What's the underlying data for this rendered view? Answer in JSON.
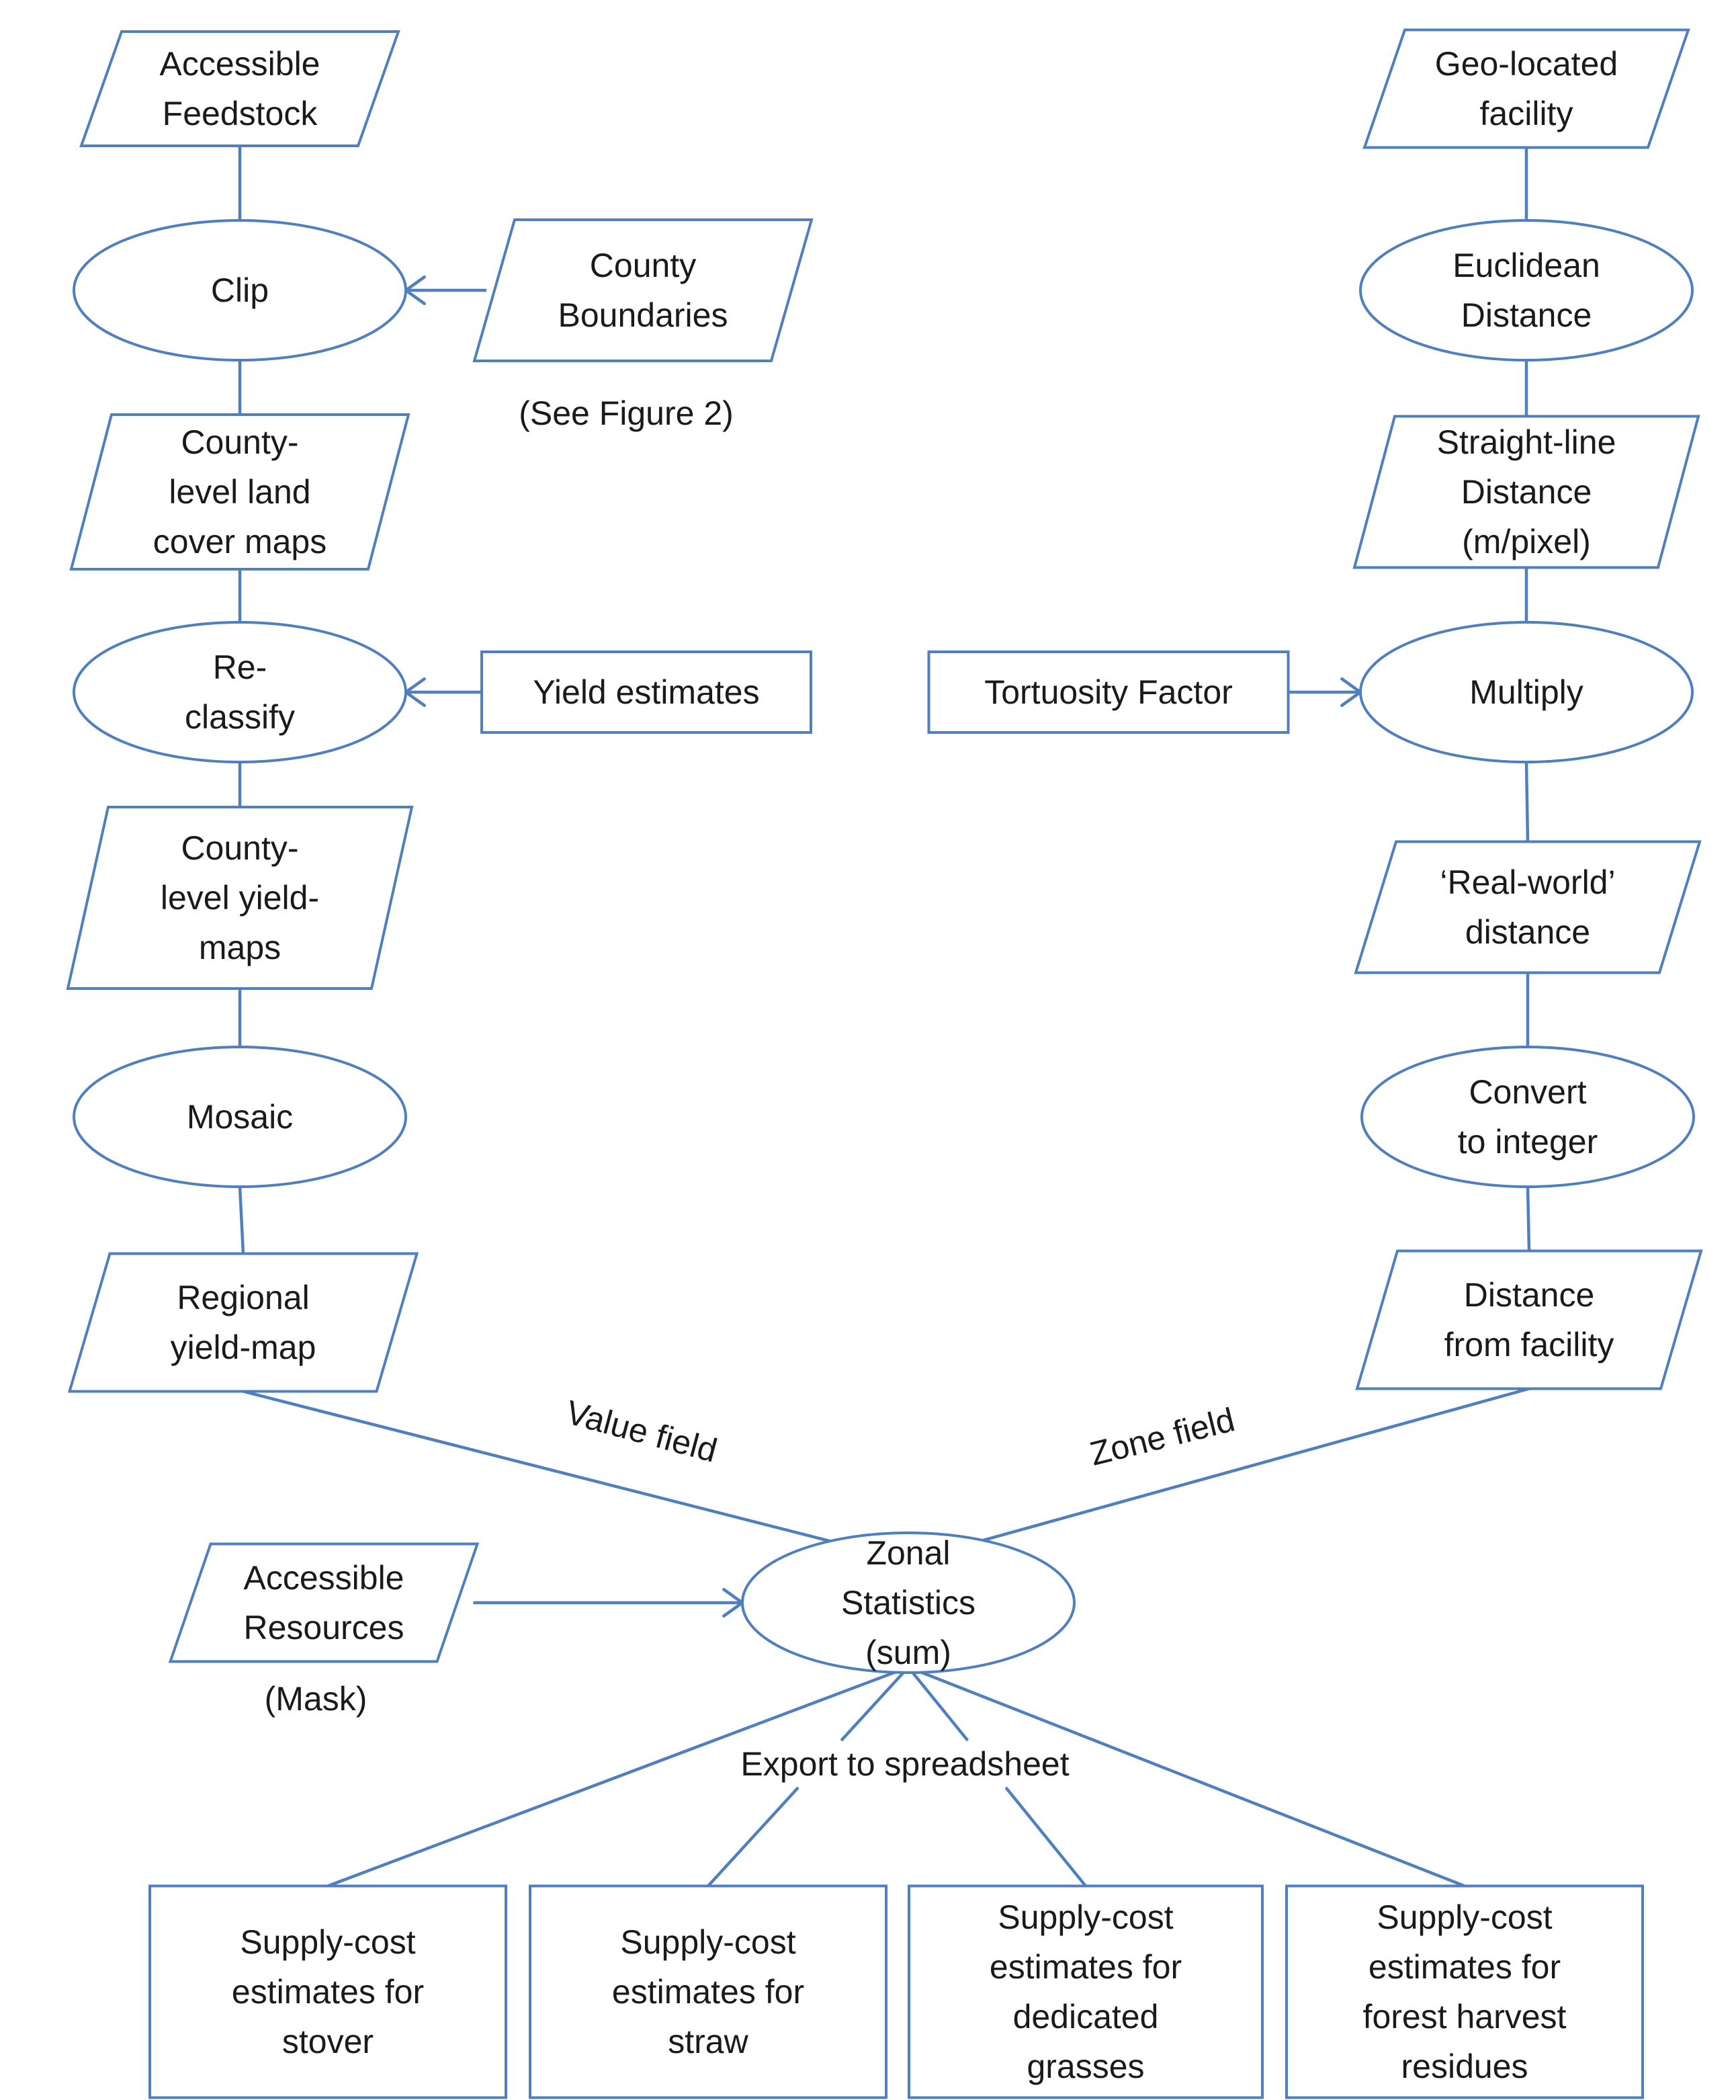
{
  "colors": {
    "stroke": "#4f7fbf",
    "text": "#1a1a1a",
    "background": "#ffffff"
  },
  "nodes": {
    "accessible_feedstock": {
      "shape": "parallelogram",
      "lines": [
        "Accessible",
        "Feedstock"
      ]
    },
    "clip": {
      "shape": "ellipse",
      "lines": [
        "Clip"
      ]
    },
    "county_boundaries": {
      "shape": "parallelogram",
      "lines": [
        "County",
        "Boundaries"
      ]
    },
    "county_land_cover": {
      "shape": "parallelogram",
      "lines": [
        "County-",
        "level land",
        "cover maps"
      ]
    },
    "reclassify": {
      "shape": "ellipse",
      "lines": [
        "Re-",
        "classify"
      ]
    },
    "yield_estimates": {
      "shape": "rectangle",
      "lines": [
        "Yield estimates"
      ]
    },
    "county_yield_maps": {
      "shape": "parallelogram",
      "lines": [
        "County-",
        "level yield-",
        "maps"
      ]
    },
    "mosaic": {
      "shape": "ellipse",
      "lines": [
        "Mosaic"
      ]
    },
    "regional_yield_map": {
      "shape": "parallelogram",
      "lines": [
        "Regional",
        "yield-map"
      ]
    },
    "geo_located_facility": {
      "shape": "parallelogram",
      "lines": [
        "Geo-located",
        "facility"
      ]
    },
    "euclidean_distance": {
      "shape": "ellipse",
      "lines": [
        "Euclidean",
        "Distance"
      ]
    },
    "straight_line_distance": {
      "shape": "parallelogram",
      "lines": [
        "Straight-line",
        "Distance",
        "(m/pixel)"
      ]
    },
    "tortuosity_factor": {
      "shape": "rectangle",
      "lines": [
        "Tortuosity Factor"
      ]
    },
    "multiply": {
      "shape": "ellipse",
      "lines": [
        "Multiply"
      ]
    },
    "real_world_distance": {
      "shape": "parallelogram",
      "lines": [
        "‘Real-world’",
        "distance"
      ]
    },
    "convert_to_integer": {
      "shape": "ellipse",
      "lines": [
        "Convert",
        "to integer"
      ]
    },
    "distance_from_facility": {
      "shape": "parallelogram",
      "lines": [
        "Distance",
        "from facility"
      ]
    },
    "accessible_resources": {
      "shape": "parallelogram",
      "lines": [
        "Accessible",
        "Resources"
      ]
    },
    "zonal_statistics": {
      "shape": "ellipse",
      "lines": [
        "Zonal",
        "Statistics",
        "(sum)"
      ]
    },
    "stover": {
      "shape": "rectangle",
      "lines": [
        "Supply-cost",
        "estimates for",
        "stover"
      ]
    },
    "straw": {
      "shape": "rectangle",
      "lines": [
        "Supply-cost",
        "estimates for",
        "straw"
      ]
    },
    "grasses": {
      "shape": "rectangle",
      "lines": [
        "Supply-cost",
        "estimates for",
        "dedicated",
        "grasses"
      ]
    },
    "forest_residues": {
      "shape": "rectangle",
      "lines": [
        "Supply-cost",
        "estimates for",
        "forest  harvest",
        "residues"
      ]
    }
  },
  "labels": {
    "see_figure_2": "(See Figure 2)",
    "mask": "(Mask)",
    "value_field": "Value field",
    "zone_field": "Zone field",
    "export": "Export to spreadsheet"
  },
  "edges": [
    {
      "from": "accessible_feedstock",
      "to": "clip",
      "arrow": false
    },
    {
      "from": "county_boundaries",
      "to": "clip",
      "arrow": true
    },
    {
      "from": "clip",
      "to": "county_land_cover",
      "arrow": false
    },
    {
      "from": "county_land_cover",
      "to": "reclassify",
      "arrow": false
    },
    {
      "from": "yield_estimates",
      "to": "reclassify",
      "arrow": true
    },
    {
      "from": "reclassify",
      "to": "county_yield_maps",
      "arrow": false
    },
    {
      "from": "county_yield_maps",
      "to": "mosaic",
      "arrow": false
    },
    {
      "from": "mosaic",
      "to": "regional_yield_map",
      "arrow": false
    },
    {
      "from": "geo_located_facility",
      "to": "euclidean_distance",
      "arrow": false
    },
    {
      "from": "euclidean_distance",
      "to": "straight_line_distance",
      "arrow": false
    },
    {
      "from": "straight_line_distance",
      "to": "multiply",
      "arrow": false
    },
    {
      "from": "tortuosity_factor",
      "to": "multiply",
      "arrow": true
    },
    {
      "from": "multiply",
      "to": "real_world_distance",
      "arrow": false
    },
    {
      "from": "real_world_distance",
      "to": "convert_to_integer",
      "arrow": false
    },
    {
      "from": "convert_to_integer",
      "to": "distance_from_facility",
      "arrow": false
    },
    {
      "from": "regional_yield_map",
      "to": "zonal_statistics",
      "arrow": false
    },
    {
      "from": "distance_from_facility",
      "to": "zonal_statistics",
      "arrow": false
    },
    {
      "from": "accessible_resources",
      "to": "zonal_statistics",
      "arrow": true
    },
    {
      "from": "zonal_statistics",
      "to": "stover",
      "arrow": false
    },
    {
      "from": "zonal_statistics",
      "to": "straw",
      "arrow": false
    },
    {
      "from": "zonal_statistics",
      "to": "grasses",
      "arrow": false
    },
    {
      "from": "zonal_statistics",
      "to": "forest_residues",
      "arrow": false
    }
  ]
}
